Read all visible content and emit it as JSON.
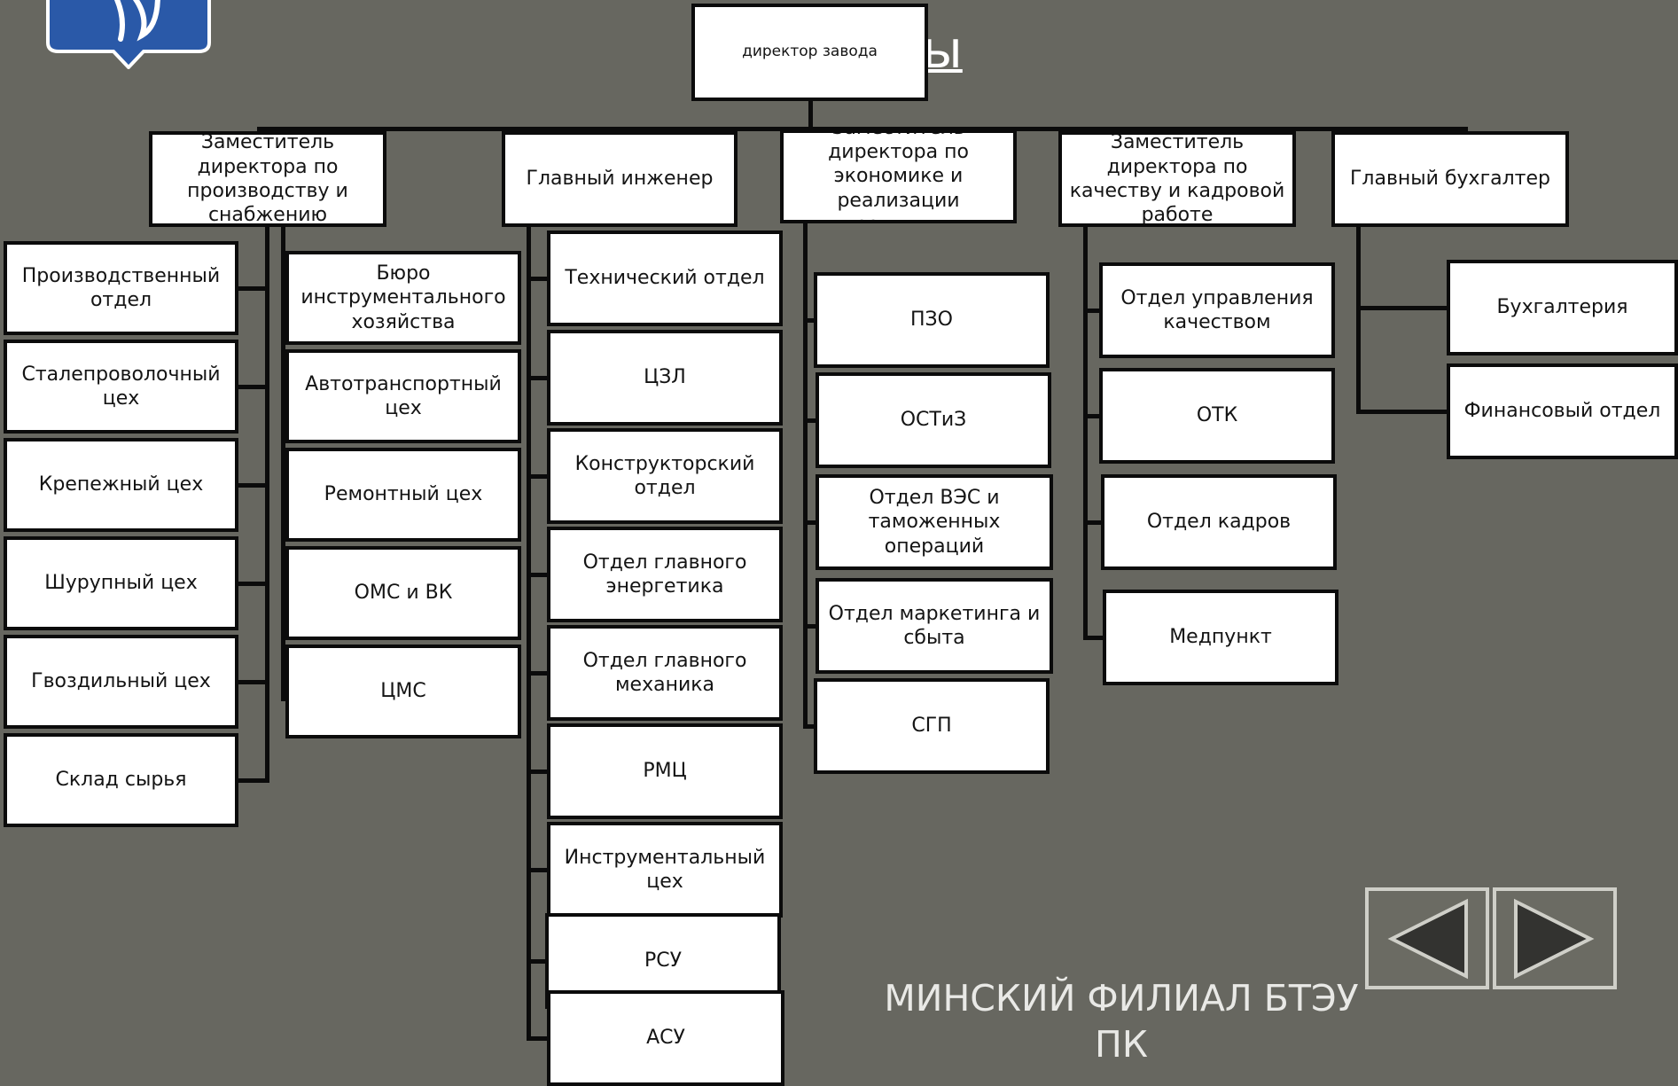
{
  "header": {
    "title_fragment": "ы"
  },
  "diagram": {
    "director": "директор завода",
    "branches": [
      {
        "head": "Заместитель директора по производству и снабжению",
        "units": [
          "Производственный отдел",
          "Сталепроволочный цех",
          "Крепежный цех",
          "Шурупный цех",
          "Гвоздильный цех",
          "Склад сырья"
        ],
        "units2": [
          "Бюро инструментального хозяйства",
          "Автотранспортный цех",
          "Ремонтный цех",
          "ОМС и ВК",
          "ЦМС"
        ]
      },
      {
        "head": "Главный инженер",
        "units": [
          "Технический отдел",
          "ЦЗЛ",
          "Конструкторский отдел",
          "Отдел главного энергетика",
          "Отдел главного механика",
          "РМЦ",
          "Инструментальный цех",
          "РСУ",
          "АСУ"
        ]
      },
      {
        "head": "Заместитель директора по экономике и реализации продукции",
        "units": [
          "ПЗО",
          "ОСТиЗ",
          "Отдел ВЭС  и таможенных операций",
          "Отдел маркетинга и сбыта",
          "СГП"
        ]
      },
      {
        "head": "Заместитель директора по качеству и кадровой работе",
        "units": [
          "Отдел управления качеством",
          "ОТК",
          "Отдел кадров",
          "Медпункт"
        ]
      },
      {
        "head": "Главный бухгалтер",
        "units": [
          "Бухгалтерия",
          "Финансовый отдел"
        ]
      }
    ]
  },
  "footer": {
    "org_line1": "МИНСКИЙ ФИЛИАЛ БТЭУ",
    "org_line2": "ПК"
  },
  "nav": {
    "prev_icon": "triangle-left-icon",
    "next_icon": "triangle-right-icon"
  },
  "colors": {
    "background": "#676760",
    "box_fill": "#ffffff",
    "box_border": "#0b0b0b",
    "logo_blue": "#2a59a8"
  }
}
